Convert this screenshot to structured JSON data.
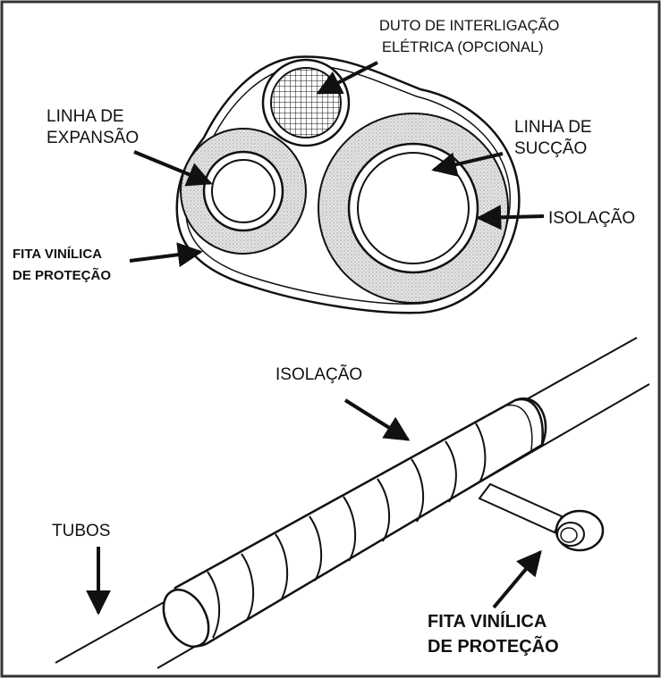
{
  "cross_section": {
    "conduit_label_line1": "DUTO DE INTERLIGAÇÃO",
    "conduit_label_line2": "ELÉTRICA (OPCIONAL)",
    "expansion_label_line1": "LINHA DE",
    "expansion_label_line2": "EXPANSÃO",
    "suction_label_line1": "LINHA DE",
    "suction_label_line2": "SUCÇÃO",
    "insulation_label": "ISOLAÇÃO",
    "tape_label_line1": "FITA VINÍLICA",
    "tape_label_line2": "DE PROTEÇÃO"
  },
  "side_view": {
    "insulation_label": "ISOLAÇÃO",
    "tubes_label": "TUBOS",
    "tape_label_line1": "FITA VINÍLICA",
    "tape_label_line2": "DE PROTEÇÃO"
  },
  "colors": {
    "ink": "#111111",
    "stipple": "#c8c8c8",
    "border": "#333333"
  }
}
